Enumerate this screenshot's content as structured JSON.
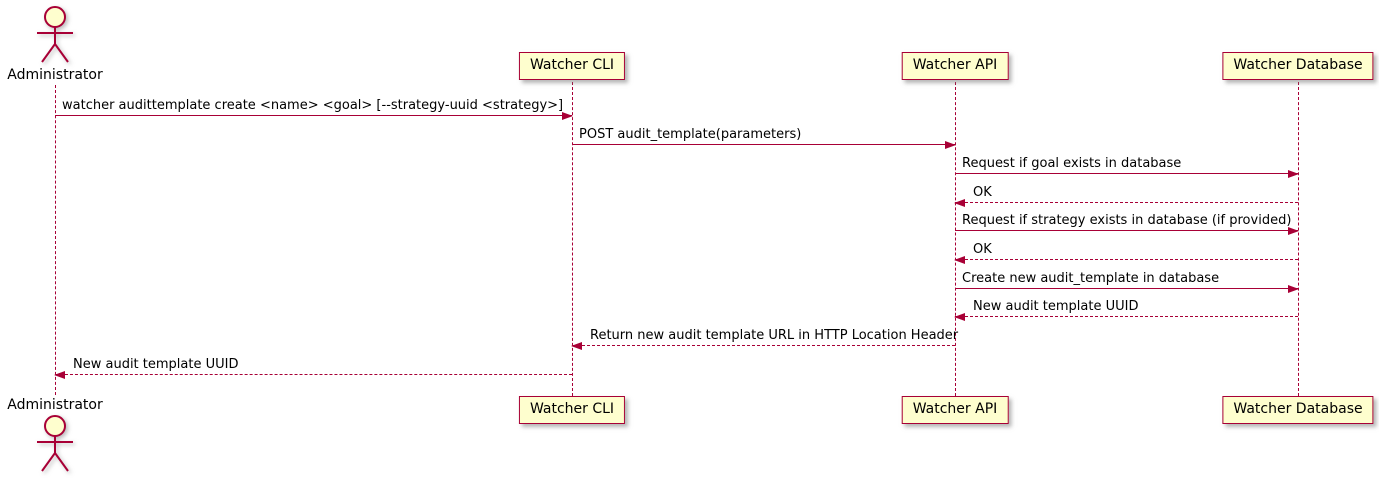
{
  "diagram_type": "sequence",
  "colors": {
    "accent": "#A80036",
    "participant_fill": "#FEFECE",
    "text": "#000000",
    "background": "#ffffff"
  },
  "participants": {
    "administrator": {
      "label": "Administrator",
      "type": "actor"
    },
    "cli": {
      "label": "Watcher CLI",
      "type": "participant"
    },
    "api": {
      "label": "Watcher API",
      "type": "participant"
    },
    "db": {
      "label": "Watcher Database",
      "type": "participant"
    }
  },
  "messages": [
    {
      "from": "administrator",
      "to": "cli",
      "style": "solid",
      "label": "watcher audittemplate create <name> <goal> [--strategy-uuid <strategy>]"
    },
    {
      "from": "cli",
      "to": "api",
      "style": "solid",
      "label": "POST audit_template(parameters)"
    },
    {
      "from": "api",
      "to": "db",
      "style": "solid",
      "label": "Request if goal exists in database"
    },
    {
      "from": "db",
      "to": "api",
      "style": "dashed",
      "label": "OK"
    },
    {
      "from": "api",
      "to": "db",
      "style": "solid",
      "label": "Request if strategy exists in database (if provided)"
    },
    {
      "from": "db",
      "to": "api",
      "style": "dashed",
      "label": "OK"
    },
    {
      "from": "api",
      "to": "db",
      "style": "solid",
      "label": "Create new audit_template in database"
    },
    {
      "from": "db",
      "to": "api",
      "style": "dashed",
      "label": "New audit template UUID"
    },
    {
      "from": "api",
      "to": "cli",
      "style": "dashed",
      "label": "Return new audit template URL in HTTP Location Header"
    },
    {
      "from": "cli",
      "to": "administrator",
      "style": "dashed",
      "label": "New audit template UUID"
    }
  ]
}
